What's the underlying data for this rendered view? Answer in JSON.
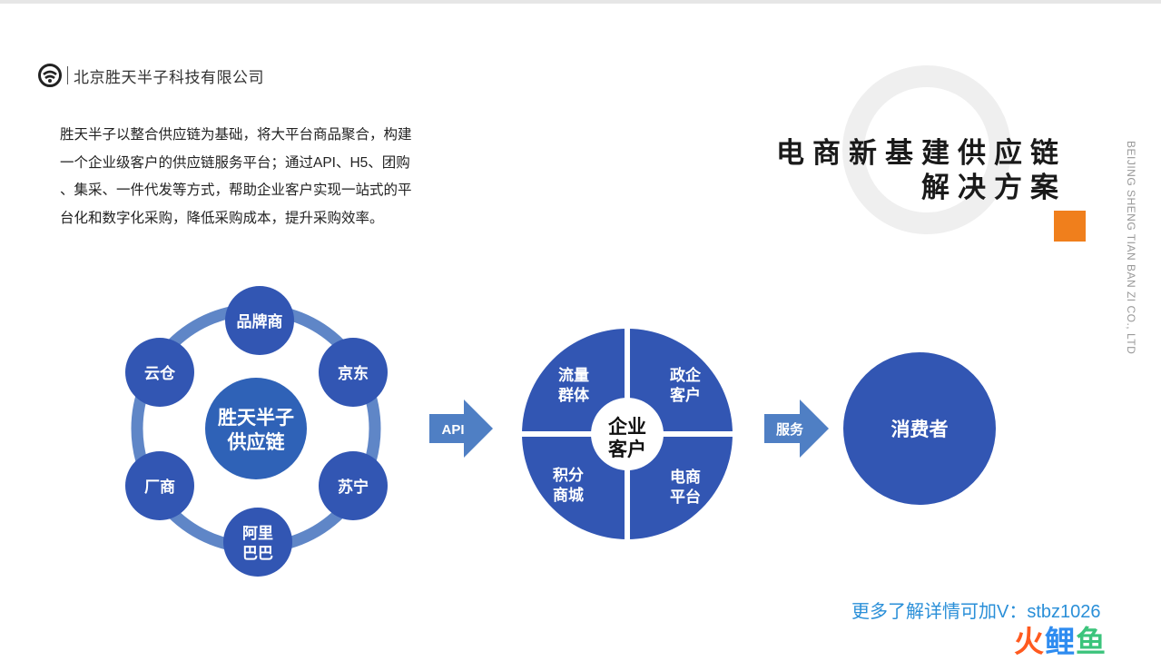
{
  "header": {
    "company": "北京胜天半子科技有限公司",
    "logo_icon": "company-logo-icon"
  },
  "intro": {
    "lines": [
      "胜天半子以整合供应链为基础，将大平台商品聚合，构建",
      "一个企业级客户的供应链服务平台；通过API、H5、团购",
      "、集采、一件代发等方式，帮助企业客户实现一站式的平",
      "台化和数字化采购，降低采购成本，提升采购效率。"
    ]
  },
  "title": {
    "line1": "电商新基建供应链",
    "line2": "解决方案"
  },
  "side_text": "BEIJING SHENG TIAN BAN ZI CO., LTD",
  "diagram": {
    "hub": {
      "line1": "胜天半子",
      "line2": "供应链"
    },
    "satellites": {
      "brand": "品牌商",
      "jd": "京东",
      "suning": "苏宁",
      "alibaba_line1": "阿里",
      "alibaba_line2": "巴巴",
      "manufacturer": "厂商",
      "yuncang": "云仓"
    },
    "arrow_api": "API",
    "enterprise": {
      "center_line1": "企业",
      "center_line2": "客户",
      "q1_line1": "流量",
      "q1_line2": "群体",
      "q2_line1": "政企",
      "q2_line2": "客户",
      "q3_line1": "积分",
      "q3_line2": "商城",
      "q4_line1": "电商",
      "q4_line2": "平台"
    },
    "arrow_service": "服务",
    "consumer": "消费者"
  },
  "footer": {
    "contact": "更多了解详情可加V：stbz1026"
  },
  "watermark": {
    "part1": "火",
    "part2": "鲤",
    "part3": "鱼"
  },
  "colors": {
    "primary_blue": "#3256b3",
    "ring_blue": "#5f86c7",
    "hub_blue": "#2f62b7",
    "arrow_blue": "#4f7fc4",
    "accent_orange": "#f07f1c",
    "link_blue": "#2a8fd8"
  }
}
